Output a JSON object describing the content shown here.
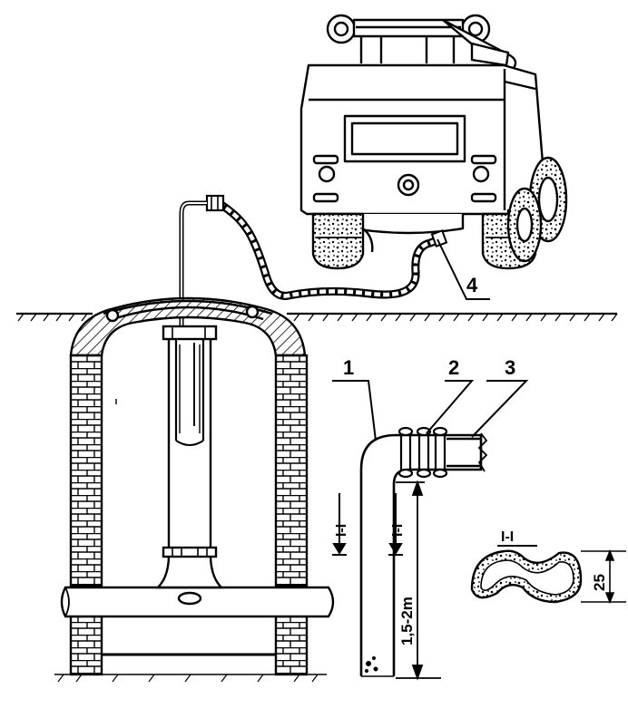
{
  "labels": {
    "callout_1": "1",
    "callout_2": "2",
    "callout_3": "3",
    "callout_4": "4"
  },
  "section": {
    "marker_left": "I-I",
    "marker_right": "I-I",
    "detail_title": "I-I"
  },
  "dimensions": {
    "depth": "1,5-2m",
    "hose_height": "25"
  },
  "colors": {
    "ink": "#000000",
    "paper": "#ffffff"
  }
}
